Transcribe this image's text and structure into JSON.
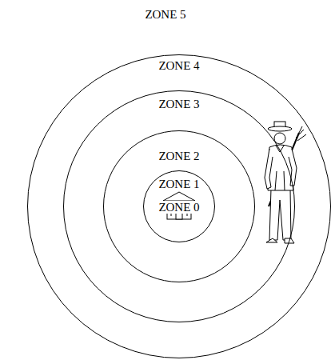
{
  "diagram": {
    "nodes": [
      {
        "text": [
          "ZONE 4"
        ]
      },
      {
        "text": [
          "ZONE 3"
        ],
        "in": 0
      },
      {
        "text": [
          "ZONE 2"
        ],
        "in": 1
      },
      {
        "text": [
          "ZONE 1",
          "ZONE 0"
        ],
        "in": 2
      }
    ],
    "labels": [
      "ZONE 5"
    ]
  }
}
